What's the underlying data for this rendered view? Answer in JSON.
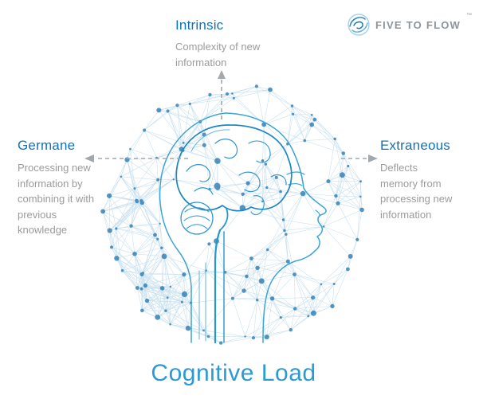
{
  "logo": {
    "parts": [
      "FIVE",
      "TO",
      "FLOW"
    ],
    "trademark": "™",
    "icon": "swirl-logo-icon"
  },
  "title": "Cognitive Load",
  "labels": {
    "intrinsic": {
      "heading": "Intrinsic",
      "description": "Complexity of new information"
    },
    "germane": {
      "heading": "Germane",
      "description": "Processing new information by combining it with previous knowledge"
    },
    "extraneous": {
      "heading": "Extraneous",
      "description": "Deflects memory from processing new information"
    }
  },
  "colors": {
    "heading_blue": "#1173b4",
    "title_blue": "#2d9bd3",
    "body_gray": "#9b9b9b",
    "arrow_gray": "#a3a8ac",
    "brain_blue": "#1d86c6",
    "network_blue": "#1f74b0"
  }
}
